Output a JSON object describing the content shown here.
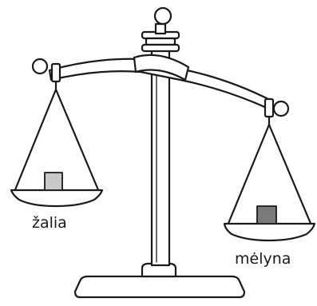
{
  "diagram": {
    "pans": [
      {
        "id": "left",
        "label": "žalia",
        "weight_color": "#c8c8c8"
      },
      {
        "id": "right",
        "label": "mėlyna",
        "weight_color": "#7a7a7a"
      }
    ]
  }
}
